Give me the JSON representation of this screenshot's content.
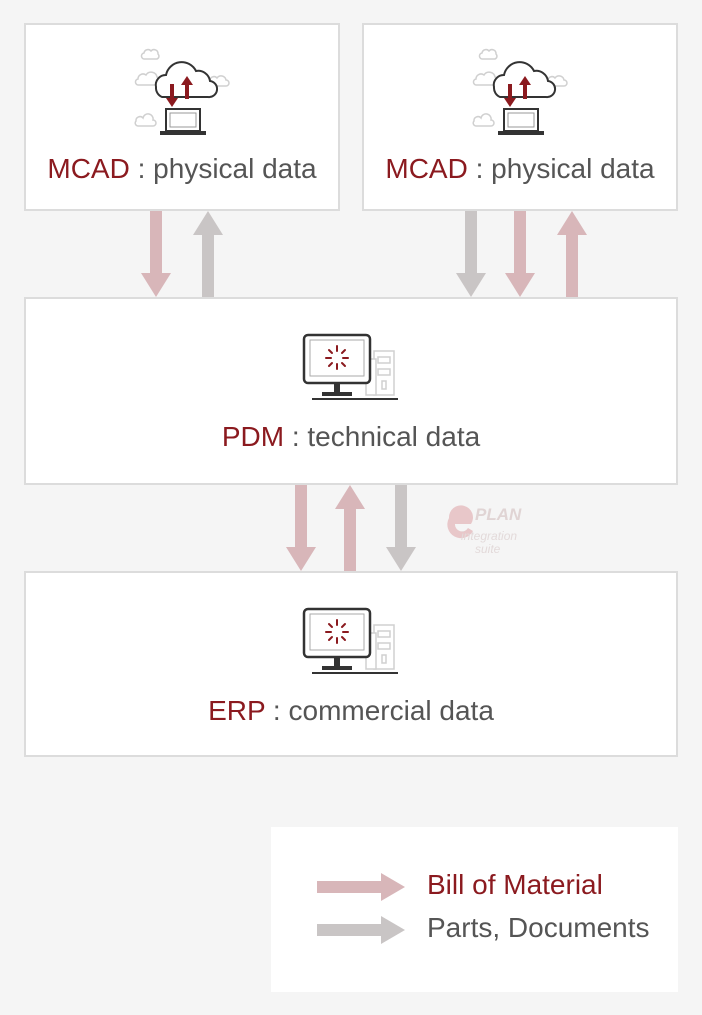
{
  "nodes": {
    "mcad_left": {
      "key": "MCAD",
      "separator": " : ",
      "desc": "physical data"
    },
    "mcad_right": {
      "key": "MCAD",
      "separator": " : ",
      "desc": "physical data"
    },
    "pdm": {
      "key": "PDM",
      "separator": " : ",
      "desc": "technical data"
    },
    "erp": {
      "key": "ERP",
      "separator": " : ",
      "desc": "commercial data"
    }
  },
  "legend": {
    "bom_label": "Bill of Material",
    "parts_label": "Parts, Documents"
  },
  "logo": {
    "brand": "PLAN",
    "line1": "integration",
    "line2": "suite"
  },
  "colors": {
    "accent": "#8b1a1f",
    "bom_arrow": "#d8b6b9",
    "parts_arrow": "#c9c5c5",
    "border": "#dcdcdc",
    "background": "#f5f5f5"
  }
}
